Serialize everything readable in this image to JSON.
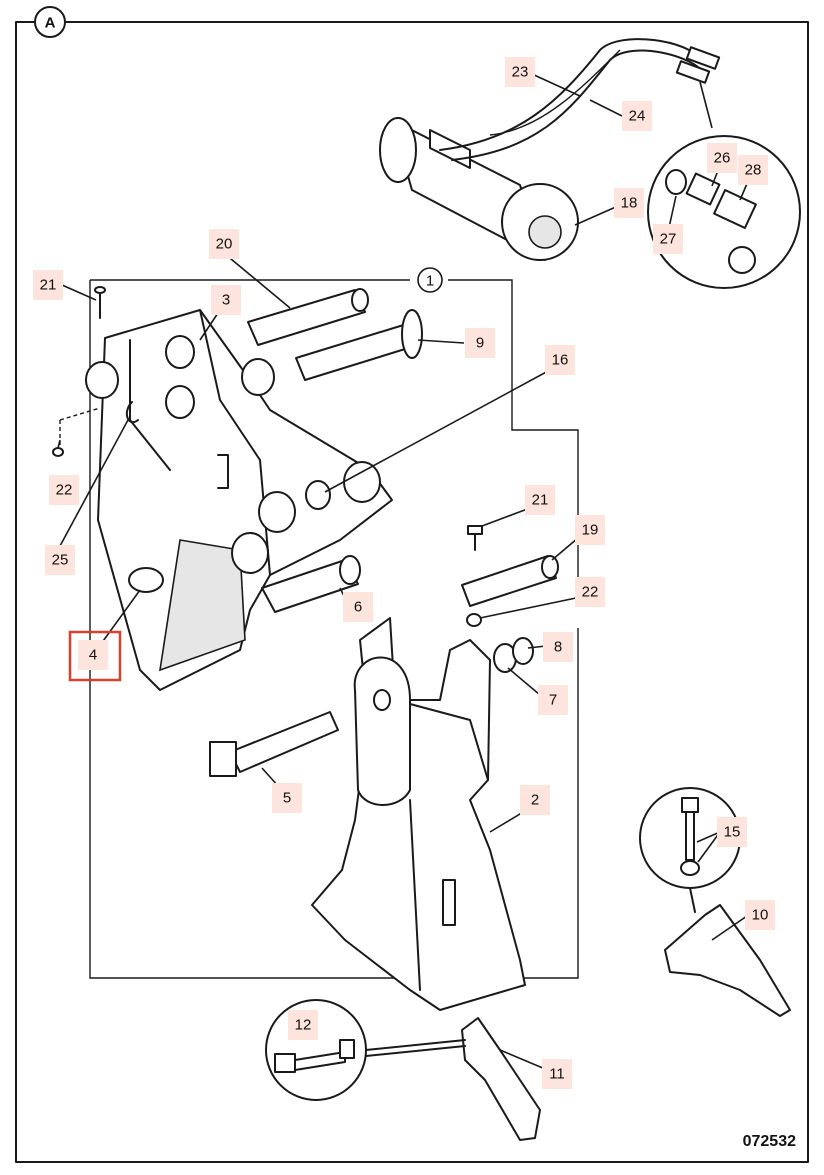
{
  "diagram": {
    "view_marker": "A",
    "assembly_marker": "1",
    "drawing_number": "072532",
    "highlight_color": "#d9412c",
    "callouts": [
      {
        "id": "c20",
        "text": "20"
      },
      {
        "id": "c21a",
        "text": "21"
      },
      {
        "id": "c3",
        "text": "3"
      },
      {
        "id": "c9",
        "text": "9"
      },
      {
        "id": "c16",
        "text": "16"
      },
      {
        "id": "c22a",
        "text": "22"
      },
      {
        "id": "c25",
        "text": "25"
      },
      {
        "id": "c4",
        "text": "4",
        "highlighted": true
      },
      {
        "id": "c21b",
        "text": "21"
      },
      {
        "id": "c19",
        "text": "19"
      },
      {
        "id": "c22b",
        "text": "22"
      },
      {
        "id": "c6",
        "text": "6"
      },
      {
        "id": "c8",
        "text": "8"
      },
      {
        "id": "c7",
        "text": "7"
      },
      {
        "id": "c5",
        "text": "5"
      },
      {
        "id": "c2",
        "text": "2"
      },
      {
        "id": "c15",
        "text": "15"
      },
      {
        "id": "c10",
        "text": "10"
      },
      {
        "id": "c12",
        "text": "12"
      },
      {
        "id": "c11",
        "text": "11"
      },
      {
        "id": "c23",
        "text": "23"
      },
      {
        "id": "c24",
        "text": "24"
      },
      {
        "id": "c18",
        "text": "18"
      },
      {
        "id": "c26",
        "text": "26"
      },
      {
        "id": "c27",
        "text": "27"
      },
      {
        "id": "c28",
        "text": "28"
      }
    ]
  }
}
